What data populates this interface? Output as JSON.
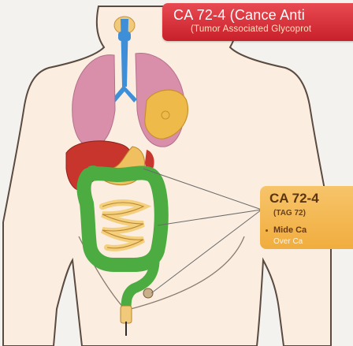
{
  "banner": {
    "title": "CA 72-4 (Cance Anti",
    "subtitle": "(Tumor Associated Glycoprot"
  },
  "marker_box": {
    "name": "CA 72-4",
    "alias": "(TAG 72)",
    "item_1": "Mide Ca",
    "item_2": "Over Ca"
  },
  "colors": {
    "body_fill": "#fbeee0",
    "body_outline": "#5a4a40",
    "lungs": "#d98faa",
    "airway": "#3f8fd8",
    "thyroid": "#f0c97a",
    "heart": "#eebb4a",
    "liver": "#c8352c",
    "stomach": "#f0c060",
    "colon": "#4cac42",
    "small_intestine": "#f3cf7e",
    "banner_red": "#d9323a",
    "box_orange": "#f4b54c"
  }
}
